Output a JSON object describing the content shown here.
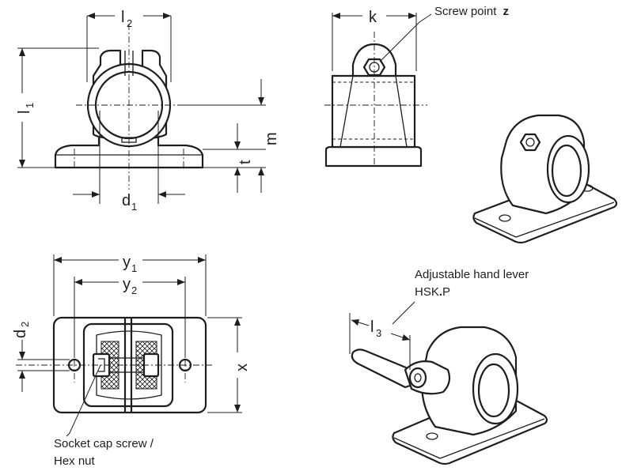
{
  "labels": {
    "l": "l",
    "l2_sub": "2",
    "l1_sub": "1",
    "l3_sub": "3",
    "d": "d",
    "d1_sub": "1",
    "d2_sub": "2",
    "m": "m",
    "t": "t",
    "k": "k",
    "y": "y",
    "y1_sub": "1",
    "y2_sub": "2",
    "x": "x"
  },
  "notes": {
    "screw_point": "Screw point",
    "screw_point_letter": "z",
    "hand_lever_line1": "Adjustable hand lever",
    "hand_lever_line2": "HSK",
    "hand_lever_dot": ".",
    "hand_lever_p": "P",
    "socket_line1": "Socket cap screw /",
    "socket_line2": "Hex nut"
  },
  "colors": {
    "ink": "#1e1e1e",
    "background": "#ffffff"
  }
}
